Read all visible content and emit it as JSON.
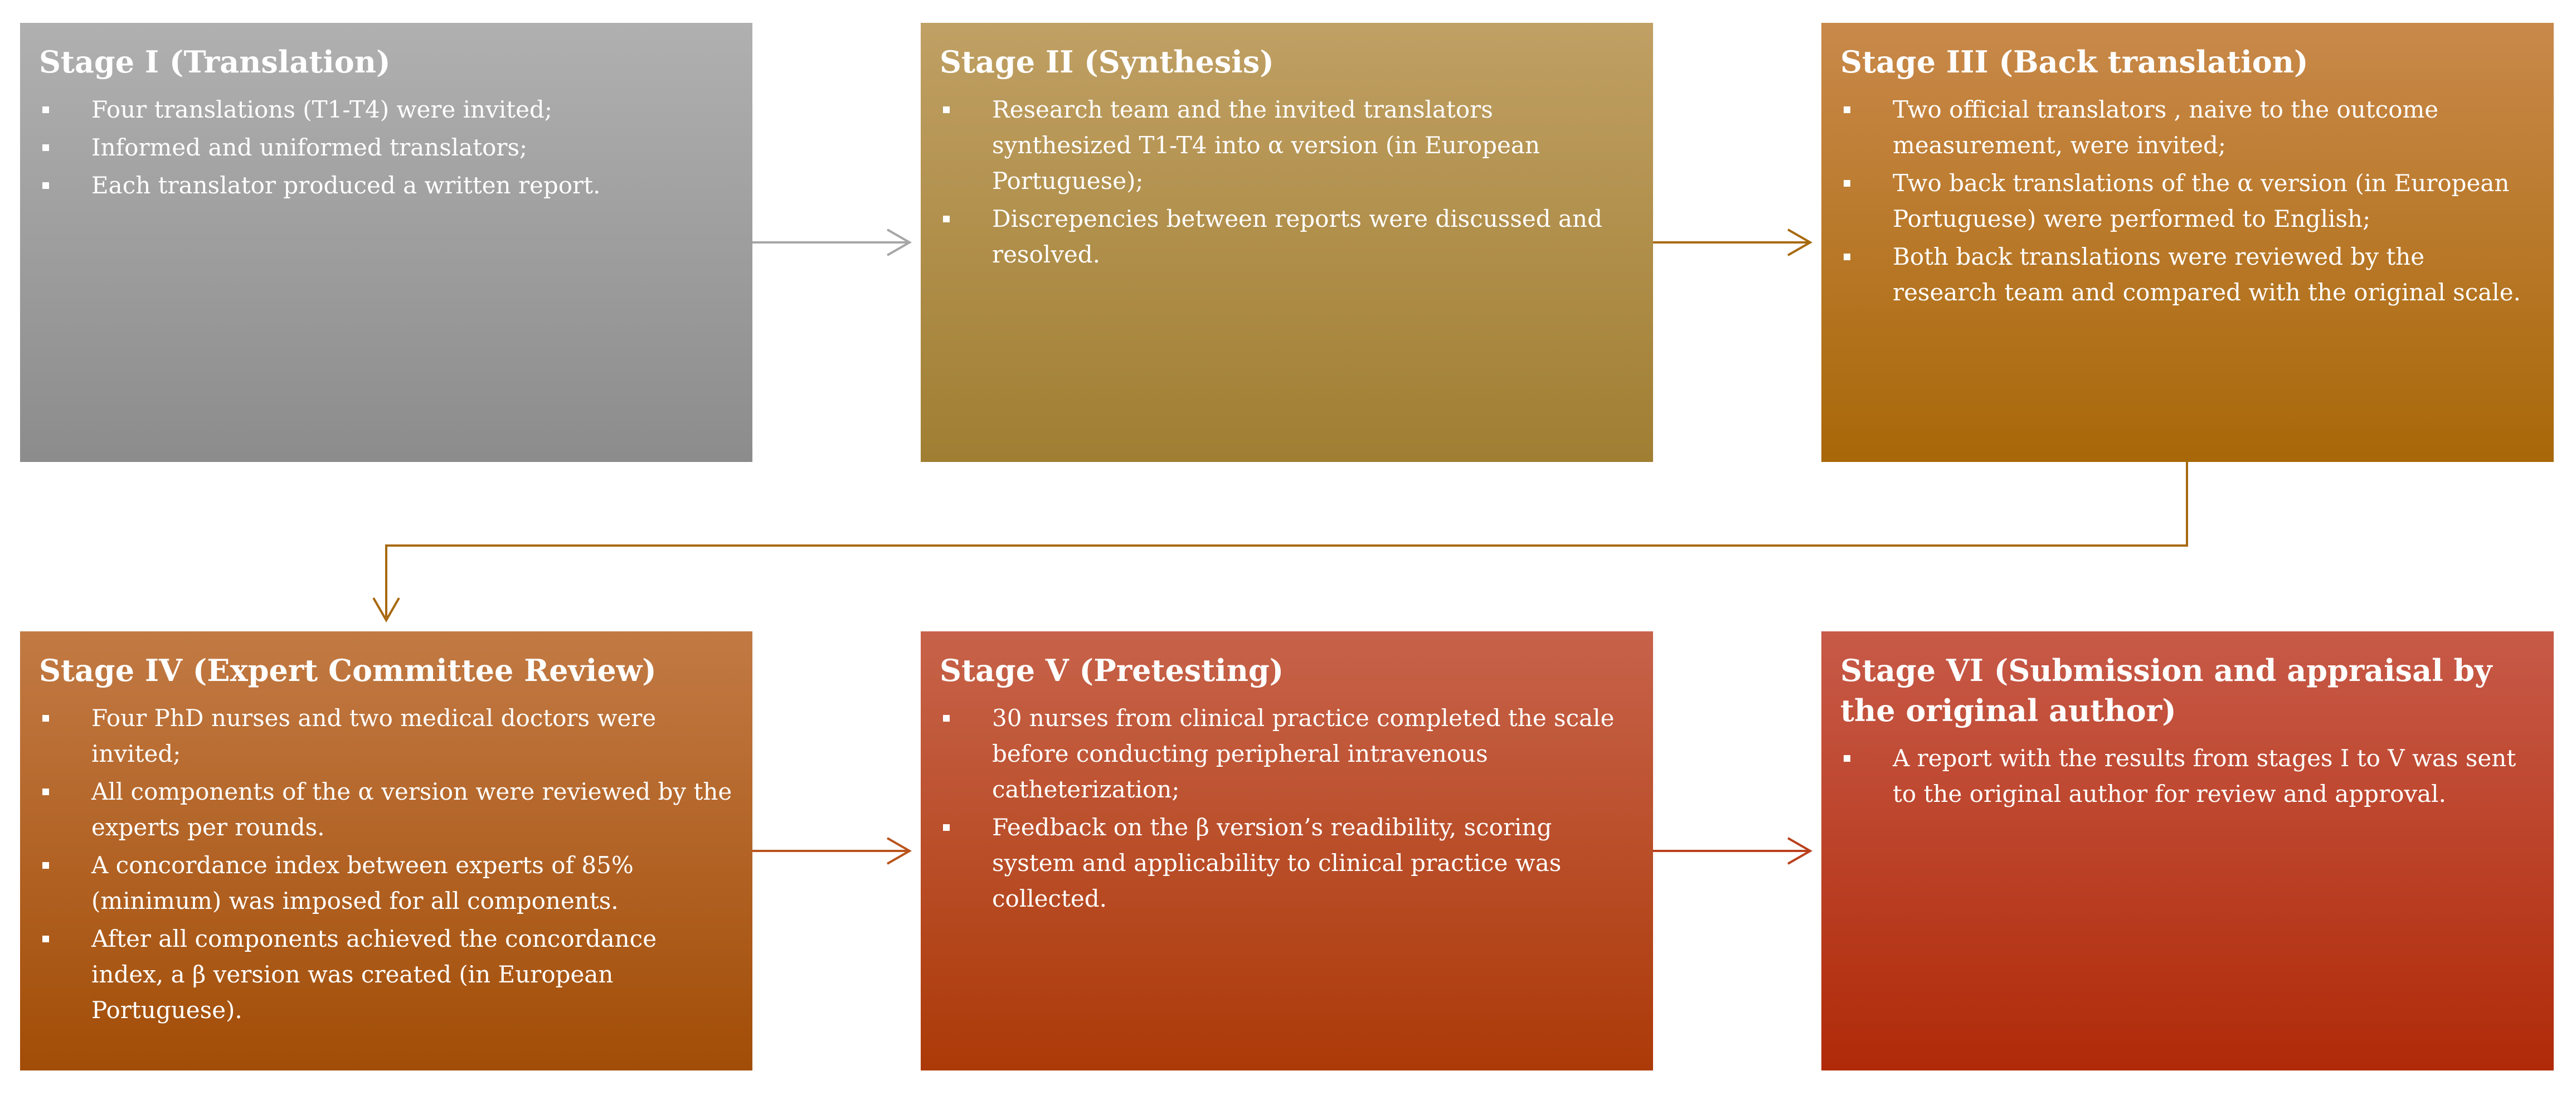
{
  "stages": [
    {
      "title": "Stage I (Translation)",
      "items": [
        "Four translations (T1-T4) were invited;",
        "Informed and uniformed translators;",
        "Each translator produced a written report."
      ]
    },
    {
      "title": "Stage II (Synthesis)",
      "items": [
        "Research team and the invited translators synthesized T1-T4 into α version (in European Portuguese);",
        "Discrepencies between reports were discussed and resolved."
      ]
    },
    {
      "title": "Stage III (Back translation)",
      "items": [
        "Two official translators , naive to the outcome measurement, were invited;",
        "Two back translations of the α version (in European Portuguese) were performed to English;",
        "Both back translations were reviewed by the research team and compared with the original scale."
      ]
    },
    {
      "title": "Stage IV (Expert Committee Review)",
      "items": [
        "Four PhD nurses and two medical doctors were invited;",
        "All components of the α version were reviewed by the experts per rounds.",
        "A concordance index between experts of 85% (minimum) was imposed for all components.",
        "After all components achieved the concordance index, a β version was created (in European Portuguese)."
      ]
    },
    {
      "title": "Stage V (Pretesting)",
      "items": [
        "30 nurses from clinical practice completed the scale before conducting peripheral intravenous catheterization;",
        "Feedback on the β version’s readibility, scoring system and applicability to clinical practice was collected."
      ]
    },
    {
      "title": "Stage VI (Submission and appraisal by the original author)",
      "items": [
        "A report with the results from stages I to V was sent to the original author for review and approval."
      ]
    }
  ],
  "colors": {
    "connector_gray": "#a6a6a6",
    "connector_brown": "#a8690e",
    "connector_orange": "#b9541c",
    "connector_red": "#b9401c"
  }
}
